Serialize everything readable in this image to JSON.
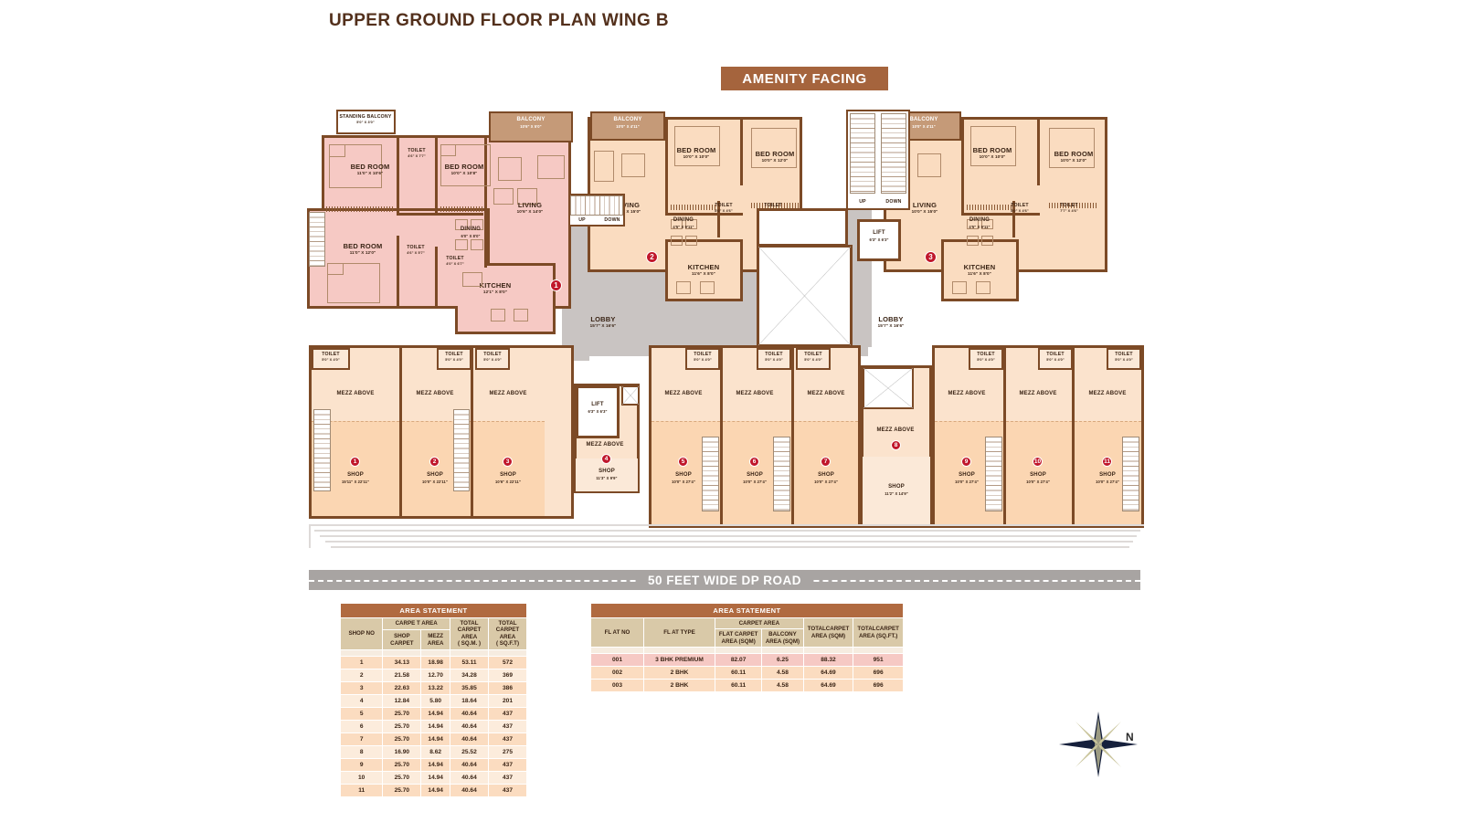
{
  "title": "UPPER GROUND FLOOR PLAN WING B",
  "amenity_banner": "AMENITY FACING",
  "road_label": "50 FEET WIDE DP ROAD",
  "compass": {
    "north_label": "N"
  },
  "colors": {
    "title_brown": "#53301c",
    "banner_brown": "#a5643d",
    "wall_brown": "#7c4a26",
    "flat_premium_pink": "#f6c9c4",
    "flat_peach": "#fadcc0",
    "shop_peach": "#fbd6b2",
    "mezz_peach": "#fbe3cd",
    "balcony_brown": "#c59a78",
    "lobby_gray": "#c9c4c2",
    "marker_red": "#c0172b",
    "table_header_brown": "#b06a40",
    "table_subheader_tan": "#d9c9a8",
    "road_gray": "#a8a4a2"
  },
  "flat_001": {
    "rooms": [
      {
        "name": "STANDING BALCONY",
        "dim": "5'0\" X 3'0\""
      },
      {
        "name": "BED ROOM",
        "dim": "11'0\" X 10'6\""
      },
      {
        "name": "BED ROOM",
        "dim": "10'0\" X 10'8\""
      },
      {
        "name": "BED ROOM",
        "dim": "11'0\" X 12'0\""
      },
      {
        "name": "TOILET",
        "dim": "4'6\" X 7'7\""
      },
      {
        "name": "TOILET",
        "dim": "4'6\" X 5'7\""
      },
      {
        "name": "TOILET",
        "dim": "4'0\" X 6'7\""
      },
      {
        "name": "BALCONY",
        "dim": "10'6\" X 5'0\""
      },
      {
        "name": "LIVING",
        "dim": "10'6\" X 14'0\""
      },
      {
        "name": "DINING",
        "dim": "6'0\" X 8'0\""
      },
      {
        "name": "KITCHEN",
        "dim": "12'1\" X 8'0\""
      }
    ],
    "marker": "1"
  },
  "flat_002": {
    "rooms": [
      {
        "name": "BALCONY",
        "dim": "10'0\" X 4'11\""
      },
      {
        "name": "BED ROOM",
        "dim": "10'0\" X 10'0\""
      },
      {
        "name": "BED ROOM",
        "dim": "10'0\" X 12'0\""
      },
      {
        "name": "LIVING",
        "dim": "10'0\" X 15'0\""
      },
      {
        "name": "DINING",
        "dim": "4'5\" X 9'11\""
      },
      {
        "name": "TOILET",
        "dim": "8'0\" X 4'6\""
      },
      {
        "name": "TOILET",
        "dim": "7'7\" X 4'6\""
      },
      {
        "name": "KITCHEN",
        "dim": "11'6\" X 8'0\""
      }
    ],
    "marker": "2"
  },
  "flat_003": {
    "rooms": [
      {
        "name": "BALCONY",
        "dim": "10'0\" X 4'11\""
      },
      {
        "name": "BED ROOM",
        "dim": "10'0\" X 10'0\""
      },
      {
        "name": "BED ROOM",
        "dim": "10'0\" X 12'0\""
      },
      {
        "name": "LIVING",
        "dim": "10'0\" X 15'0\""
      },
      {
        "name": "DINING",
        "dim": "4'5\" X 9'11\""
      },
      {
        "name": "TOILET",
        "dim": "8'0\" X 4'6\""
      },
      {
        "name": "TOILET",
        "dim": "7'7\" X 4'6\""
      },
      {
        "name": "KITCHEN",
        "dim": "11'6\" X 8'0\""
      }
    ],
    "marker": "3"
  },
  "common": {
    "lobby_left": {
      "name": "LOBBY",
      "dim": "15'7\" X 16'6\""
    },
    "lobby_right": {
      "name": "LOBBY",
      "dim": "15'7\" X 16'6\""
    },
    "lift_upper": {
      "name": "LIFT",
      "dim": "6'3\" X 6'3\""
    },
    "lift_lower": {
      "name": "LIFT",
      "dim": "6'3\" X 6'3\""
    },
    "stairs": [
      {
        "label": "UP"
      },
      {
        "label": "DOWN"
      },
      {
        "label": "UP"
      },
      {
        "label": "DOWN"
      }
    ]
  },
  "shops": [
    {
      "no": "1",
      "name": "SHOP",
      "dim": "15'11\" X 22'11\"",
      "mezz": "MEZZ ABOVE",
      "toilet": {
        "name": "TOILET",
        "dim": "5'0\" X 4'0\""
      }
    },
    {
      "no": "2",
      "name": "SHOP",
      "dim": "10'0\" X 22'11\"",
      "mezz": "MEZZ ABOVE",
      "toilet": {
        "name": "TOILET",
        "dim": "5'0\" X 4'0\""
      }
    },
    {
      "no": "3",
      "name": "SHOP",
      "dim": "10'6\" X 22'11\"",
      "mezz": "MEZZ ABOVE",
      "toilet": {
        "name": "TOILET",
        "dim": "5'0\" X 4'0\""
      }
    },
    {
      "no": "4",
      "name": "SHOP",
      "dim": "11'3\" X 9'9\"",
      "mezz": "MEZZ ABOVE",
      "toilet": null
    },
    {
      "no": "5",
      "name": "SHOP",
      "dim": "10'0\" X 27'4\"",
      "mezz": "MEZZ ABOVE",
      "toilet": {
        "name": "TOILET",
        "dim": "5'0\" X 4'0\""
      }
    },
    {
      "no": "6",
      "name": "SHOP",
      "dim": "10'0\" X 27'4\"",
      "mezz": "MEZZ ABOVE",
      "toilet": {
        "name": "TOILET",
        "dim": "5'0\" X 4'0\""
      }
    },
    {
      "no": "7",
      "name": "SHOP",
      "dim": "10'0\" X 27'4\"",
      "mezz": "MEZZ ABOVE",
      "toilet": {
        "name": "TOILET",
        "dim": "5'0\" X 4'0\""
      }
    },
    {
      "no": "8",
      "name": "SHOP",
      "dim": "11'2\" X 14'9\"",
      "mezz": "MEZZ ABOVE",
      "toilet": null
    },
    {
      "no": "9",
      "name": "SHOP",
      "dim": "10'0\" X 27'4\"",
      "mezz": "MEZZ ABOVE",
      "toilet": {
        "name": "TOILET",
        "dim": "5'0\" X 4'0\""
      }
    },
    {
      "no": "10",
      "name": "SHOP",
      "dim": "10'0\" X 27'4\"",
      "mezz": "MEZZ ABOVE",
      "toilet": {
        "name": "TOILET",
        "dim": "5'0\" X 4'0\""
      }
    },
    {
      "no": "11",
      "name": "SHOP",
      "dim": "10'0\" X 27'4\"",
      "mezz": "MEZZ ABOVE",
      "toilet": {
        "name": "TOILET",
        "dim": "5'0\" X 4'0\""
      }
    }
  ],
  "shop_table": {
    "title": "AREA STATEMENT",
    "group_header": "CARPE T AREA",
    "columns": [
      "SHOP  NO",
      "SHOP CARPET",
      "MEZZ AREA",
      "TOTAL CARPET AREA ( SQ.M. )",
      "TOTAL CARPET AREA ( SQ.F.T)"
    ],
    "columns_split": [
      [
        "SHOP  NO"
      ],
      [
        "SHOP",
        "CARPET"
      ],
      [
        "MEZZ",
        "AREA"
      ],
      [
        "TOTAL",
        "CARPET",
        "AREA",
        "( SQ.M. )"
      ],
      [
        "TOTAL",
        "CARPET",
        "AREA",
        "( SQ.F.T)"
      ]
    ],
    "rows": [
      [
        "1",
        "34.13",
        "18.98",
        "53.11",
        "572"
      ],
      [
        "2",
        "21.58",
        "12.70",
        "34.28",
        "369"
      ],
      [
        "3",
        "22.63",
        "13.22",
        "35.85",
        "386"
      ],
      [
        "4",
        "12.84",
        "5.80",
        "18.64",
        "201"
      ],
      [
        "5",
        "25.70",
        "14.94",
        "40.64",
        "437"
      ],
      [
        "6",
        "25.70",
        "14.94",
        "40.64",
        "437"
      ],
      [
        "7",
        "25.70",
        "14.94",
        "40.64",
        "437"
      ],
      [
        "8",
        "16.90",
        "8.62",
        "25.52",
        "275"
      ],
      [
        "9",
        "25.70",
        "14.94",
        "40.64",
        "437"
      ],
      [
        "10",
        "25.70",
        "14.94",
        "40.64",
        "437"
      ],
      [
        "11",
        "25.70",
        "14.94",
        "40.64",
        "437"
      ]
    ]
  },
  "flat_table": {
    "title": "AREA STATEMENT",
    "group_header": "CARPET AREA",
    "columns_split": [
      [
        "FL AT NO"
      ],
      [
        "FL AT  TYPE"
      ],
      [
        "FLAT CARPET",
        "AREA (SQM)"
      ],
      [
        "BALCONY",
        "AREA (SQM)"
      ],
      [
        "TOTALCARPET",
        "AREA (SQM)"
      ],
      [
        "TOTALCARPET",
        "AREA (SQ.FT.)"
      ]
    ],
    "rows": [
      {
        "cells": [
          "001",
          "3 BHK PREMIUM",
          "82.07",
          "6.25",
          "88.32",
          "951"
        ],
        "highlight": true
      },
      {
        "cells": [
          "002",
          "2 BHK",
          "60.11",
          "4.58",
          "64.69",
          "696"
        ],
        "highlight": false
      },
      {
        "cells": [
          "003",
          "2 BHK",
          "60.11",
          "4.58",
          "64.69",
          "696"
        ],
        "highlight": false
      }
    ]
  }
}
